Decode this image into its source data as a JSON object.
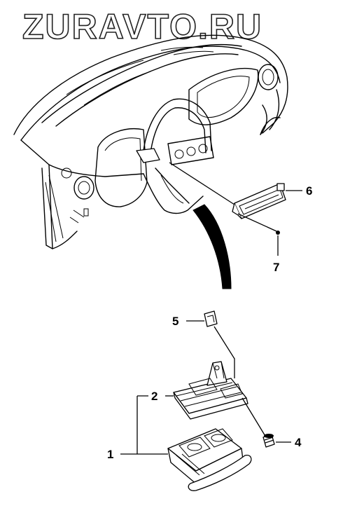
{
  "watermark": "ZURAVTO.RU",
  "callouts": {
    "c1": "1",
    "c2": "2",
    "c4": "4",
    "c5": "5",
    "c6": "6",
    "c7": "7"
  }
}
